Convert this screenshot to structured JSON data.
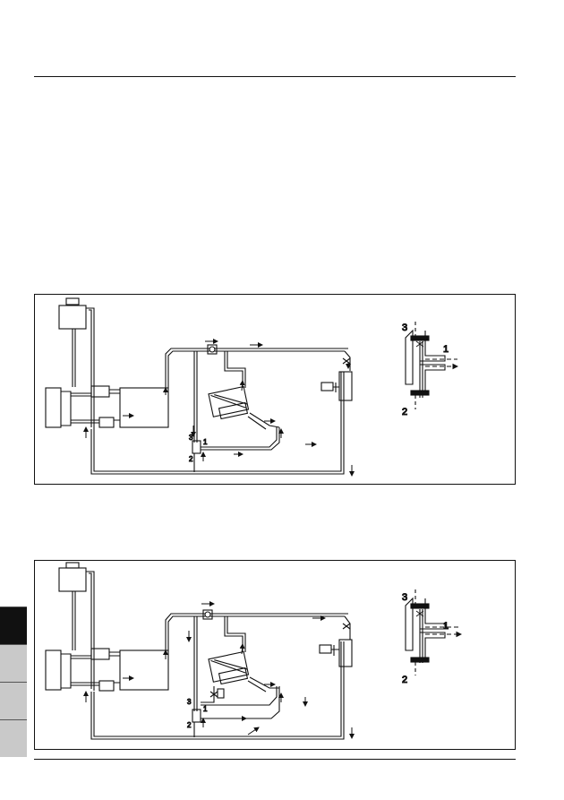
{
  "figures": [
    {
      "id": "figure-1",
      "valve_labels": {
        "l1": "1",
        "l2": "2",
        "l3": "3"
      },
      "detail_labels": {
        "d1": "1",
        "d2": "2",
        "d3": "3"
      }
    },
    {
      "id": "figure-2",
      "valve_labels": {
        "l1": "1",
        "l2": "2",
        "l3": "3"
      },
      "detail_labels": {
        "d1": "1",
        "d2": "2",
        "d3": "3"
      }
    }
  ],
  "side_tabs": [
    {
      "state": "active"
    },
    {
      "state": "inactive"
    },
    {
      "state": "inactive"
    },
    {
      "state": "inactive"
    }
  ],
  "colors": {
    "line": "#111111",
    "tab_active": "#111111",
    "tab_inactive": "#c9c9c9"
  }
}
